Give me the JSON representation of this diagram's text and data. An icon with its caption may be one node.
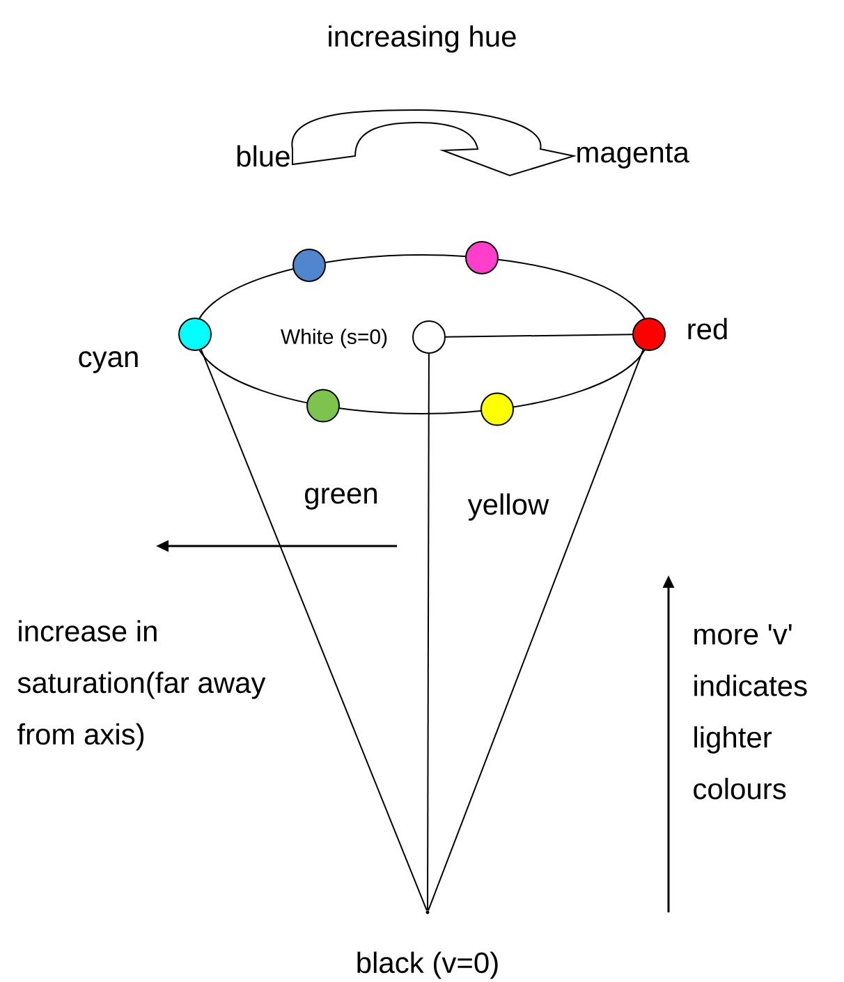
{
  "diagram": {
    "nodes": [
      {
        "text": [
          "blue"
        ]
      },
      {
        "text": [
          "magenta"
        ]
      },
      {
        "text": [],
        "shape": "circle"
      },
      {
        "text": [],
        "shape": "circle"
      },
      {
        "text": [],
        "shape": "circle",
        "beside": [
          "cyan"
        ]
      },
      {
        "text": [],
        "shape": "circle",
        "beside": [
          "White (s=0)"
        ]
      },
      {
        "text": [],
        "shape": "circle",
        "beside": [
          "red"
        ]
      },
      {
        "text": [],
        "shape": "circle",
        "beside": [
          "green"
        ]
      },
      {
        "text": [],
        "shape": "circle",
        "beside": [
          "yellow"
        ]
      },
      {
        "text": [],
        "shape": "point",
        "beside": [
          "black (v=0)"
        ]
      }
    ],
    "edges": [
      {
        "from": 0,
        "to": 1,
        "arrow": "to"
      },
      {
        "from": 5,
        "to": 6,
        "arrow": "none"
      },
      {
        "from": 5,
        "to": 9,
        "arrow": "none"
      },
      {
        "from": 4,
        "to": 9,
        "arrow": "none"
      },
      {
        "from": 6,
        "to": 9,
        "arrow": "none"
      }
    ],
    "labels": [
      "increasing hue",
      "increase in saturation(far away from axis)",
      "more 'v' indicates lighter colours"
    ]
  }
}
